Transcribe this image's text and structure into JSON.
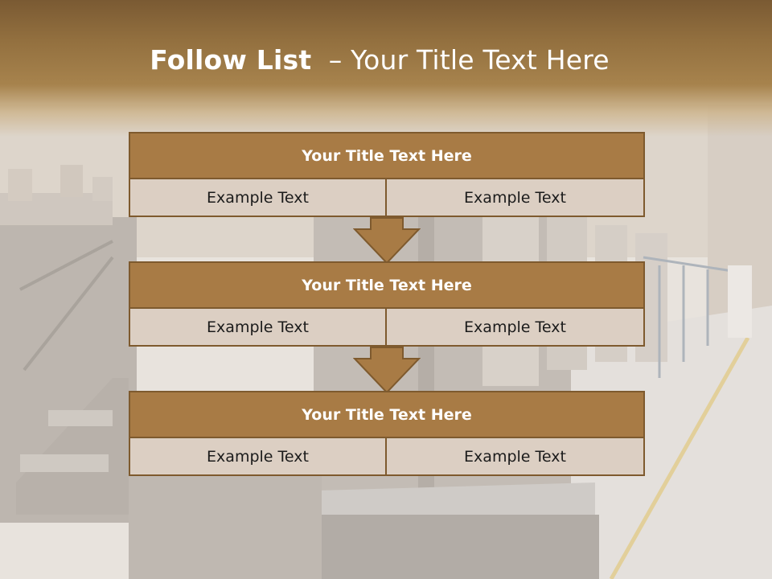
{
  "slide": {
    "title_bold": "Follow List",
    "title_rest": "  – Your Title Text Here"
  },
  "steps": [
    {
      "title": "Your Title Text Here",
      "left": "Example Text",
      "right": "Example Text"
    },
    {
      "title": "Your Title Text Here",
      "left": "Example Text",
      "right": "Example Text"
    },
    {
      "title": "Your Title Text Here",
      "left": "Example Text",
      "right": "Example Text"
    }
  ],
  "colors": {
    "header": "#93703f",
    "box_title_fill": "#a87b45",
    "box_border": "#7e5a2e",
    "cell_fill": "#dccfc3"
  }
}
